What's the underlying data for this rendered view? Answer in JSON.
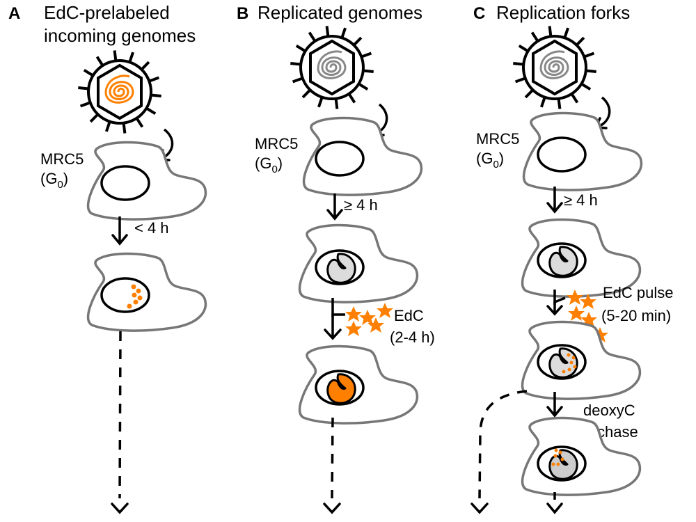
{
  "colors": {
    "label_orange": "#ff8000",
    "unlabeled_gray": "#888888",
    "cell_outline": "#777777",
    "compartment_gray": "#dcdcdc",
    "ink": "#000000"
  },
  "panels": [
    {
      "letter": "A",
      "title_lines": [
        "EdC-prelabeled",
        "incoming genomes"
      ],
      "genome_state": "labeled",
      "cell_label": "MRC5",
      "cell_phase": "(G",
      "cell_phase_sub": "0",
      "cell_phase_close": ")",
      "step1_label": "< 4 h"
    },
    {
      "letter": "B",
      "title_lines": [
        "Replicated genomes"
      ],
      "genome_state": "unlabeled",
      "cell_label": "MRC5",
      "cell_phase": "(G",
      "cell_phase_sub": "0",
      "cell_phase_close": ")",
      "step1_label": "≥ 4 h",
      "step2_label_lines": [
        "EdC",
        "(2-4 h)"
      ]
    },
    {
      "letter": "C",
      "title_lines": [
        "Replication forks"
      ],
      "genome_state": "unlabeled",
      "cell_label": "MRC5",
      "cell_phase": "(G",
      "cell_phase_sub": "0",
      "cell_phase_close": ")",
      "step1_label": "≥ 4 h",
      "step2_label_lines": [
        "EdC pulse",
        "(5-20 min)"
      ],
      "step3_label_lines": [
        "deoxyC",
        "chase"
      ]
    }
  ]
}
